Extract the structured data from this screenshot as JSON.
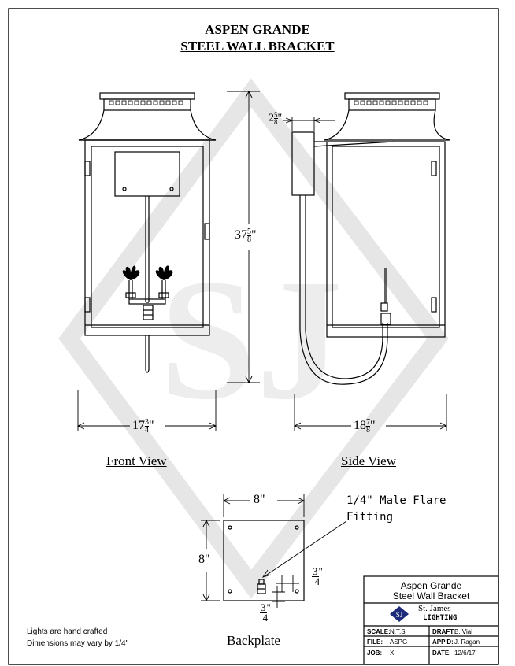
{
  "title": {
    "line1": "ASPEN GRANDE",
    "line2": "STEEL WALL BRACKET"
  },
  "views": {
    "front": "Front View",
    "side": "Side View",
    "backplate": "Backplate"
  },
  "dimensions": {
    "height": {
      "whole": "37",
      "num": "5",
      "den": "8",
      "unit": "\""
    },
    "front_width": {
      "whole": "17",
      "num": "3",
      "den": "4",
      "unit": "\""
    },
    "side_width": {
      "whole": "18",
      "num": "7",
      "den": "8",
      "unit": "\""
    },
    "bracket_offset": {
      "whole": "2",
      "num": "5",
      "den": "8",
      "unit": "\""
    },
    "backplate_width": "8\"",
    "backplate_height": "8\"",
    "fitting_offset_x": {
      "num": "3",
      "den": "4",
      "unit": "\""
    },
    "fitting_offset_y": {
      "num": "3",
      "den": "4",
      "unit": "\""
    }
  },
  "callout": {
    "line1": "1/4\" Male Flare",
    "line2": "Fitting"
  },
  "notes": {
    "line1": "Lights are hand crafted",
    "line2": "Dimensions may vary by 1/4\""
  },
  "watermark": "SJ",
  "titleblock": {
    "name1": "Aspen Grande",
    "name2": "Steel Wall Bracket",
    "company1": "St. James",
    "company2": "LIGHTING",
    "scale_label": "SCALE:",
    "scale_value": "N.T.S.",
    "draft_label": "DRAFT:",
    "draft_value": "B. Vial",
    "file_label": "FILE:",
    "file_value": "ASPG",
    "appd_label": "APP'D:",
    "appd_value": "J. Ragan",
    "job_label": "JOB:",
    "job_value": "X",
    "date_label": "DATE:",
    "date_value": "12/6/17"
  },
  "colors": {
    "line": "#000000",
    "watermark": "#e6e6e6",
    "logo": "#1d2a7a"
  }
}
